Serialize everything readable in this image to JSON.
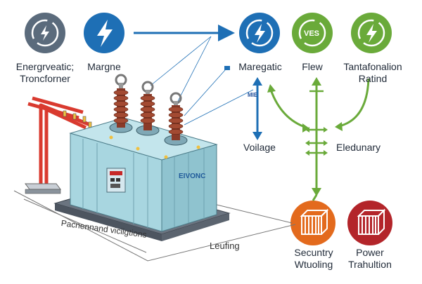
{
  "labels": {
    "energy_transformer_line1": "Energrveatic;",
    "energy_transformer_line2": "Troncforner",
    "margne": "Margne",
    "maregatic": "Maregatic",
    "flew": "Flew",
    "tantafonalion_line1": "Tantafonalion",
    "tantafonalion_line2": "Ratind",
    "voilage": "Voilage",
    "eledunary": "Eledunary",
    "mie": "MIE",
    "securtry_line1": "Secuntry",
    "securtry_line2": "Wtuoling",
    "power_line1": "Power",
    "power_line2": "Trahultion",
    "ves_badge": "VES",
    "tank_brand": "EIVONC",
    "base_label": "Pacnennand viciigtions",
    "leafing": "Leufing"
  },
  "icons": {
    "transformer_cycle": "cycle-bolt-icon",
    "margne": "lightning-bolt-icon",
    "maregatic": "magnetic-bolt-icon",
    "flew": "ves-badge-icon",
    "tantafonalion": "rating-bolt-icon",
    "securtry": "cooling-radiator-icon",
    "power": "power-radiator-icon"
  },
  "colors": {
    "slate": "#5b6b7c",
    "blue": "#1e6fb5",
    "green": "#6aaa3a",
    "orange": "#e36a1d",
    "red": "#b3252a",
    "tank": "#a8d6e0",
    "busbar": "#d93a2f"
  }
}
